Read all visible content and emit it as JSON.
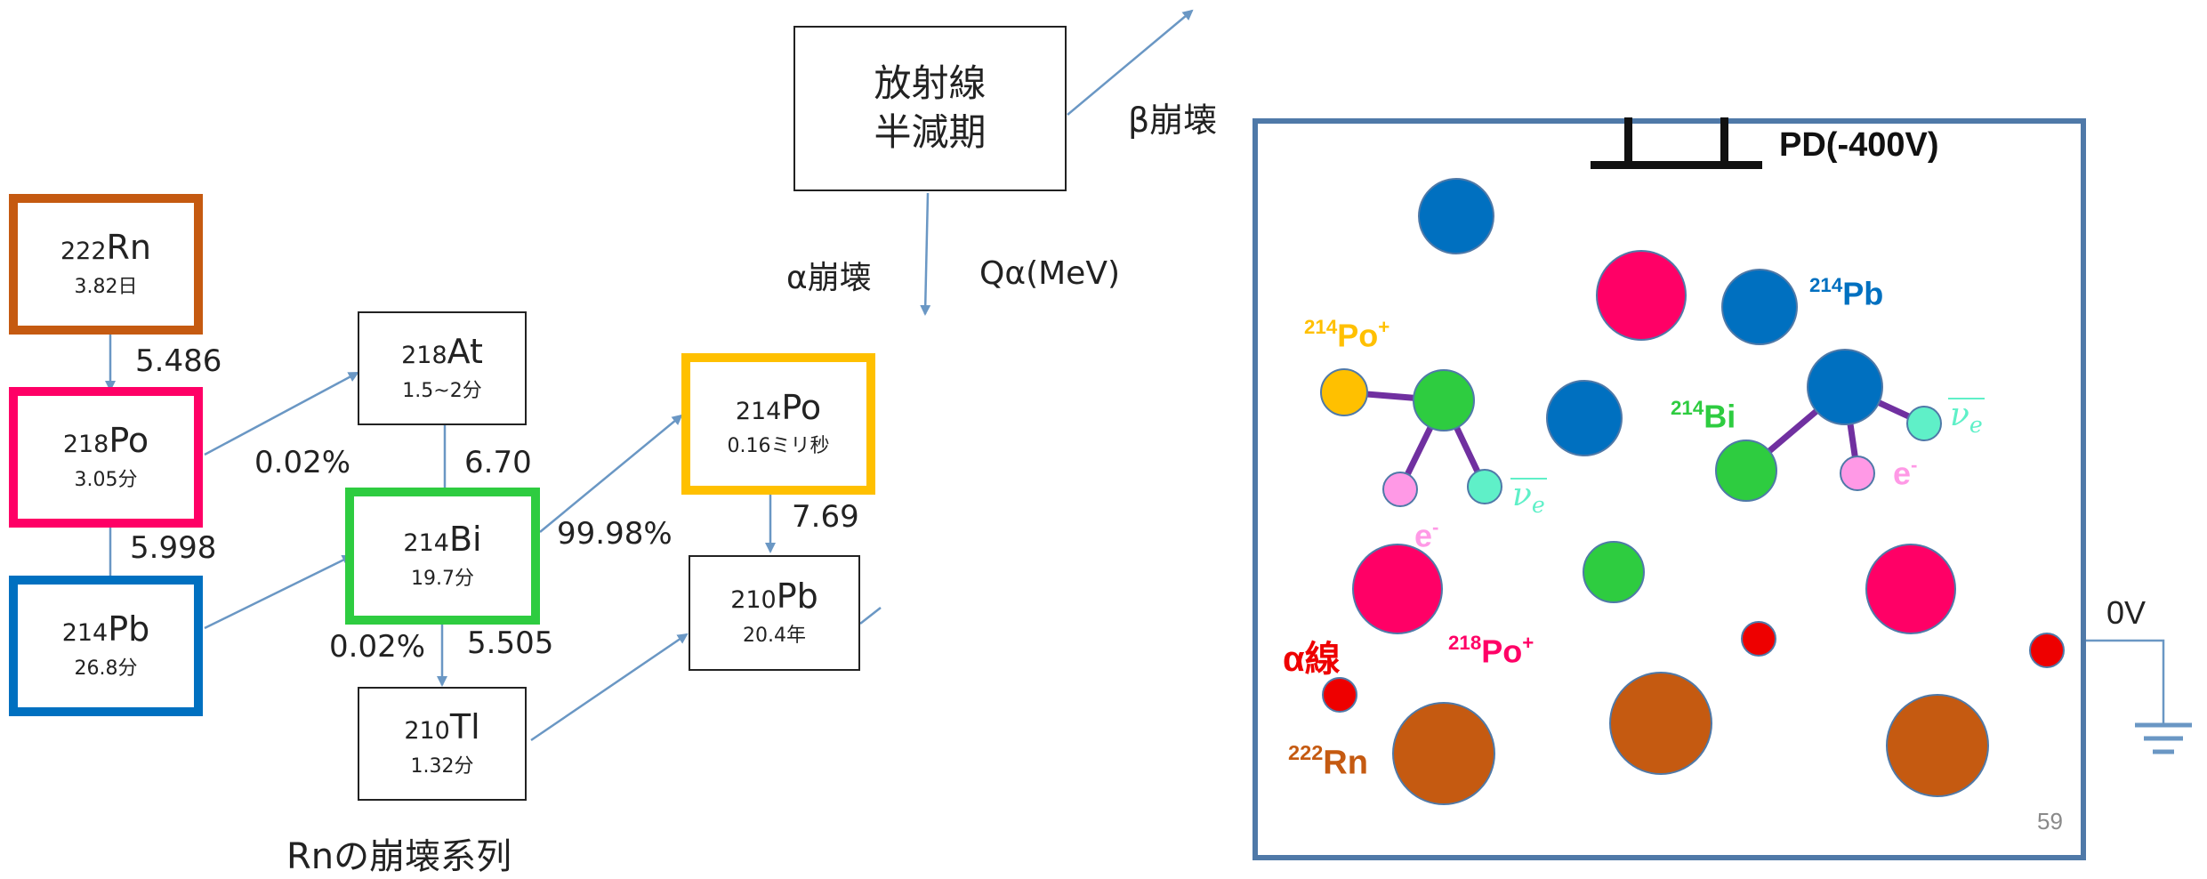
{
  "decay_chain": {
    "title": "Rnの崩壊系列",
    "nuclides": {
      "rn222": {
        "mass": "222",
        "symbol": "Rn",
        "half_life": "3.82日",
        "color": "#c55a11"
      },
      "po218": {
        "mass": "218",
        "symbol": "Po",
        "half_life": "3.05分",
        "color": "#ff0066"
      },
      "pb214": {
        "mass": "214",
        "symbol": "Pb",
        "half_life": "26.8分",
        "color": "#0070c0"
      },
      "at218": {
        "mass": "218",
        "symbol": "At",
        "half_life": "1.5~2分"
      },
      "bi214": {
        "mass": "214",
        "symbol": "Bi",
        "half_life": "19.7分",
        "color": "#2ecc40"
      },
      "tl210": {
        "mass": "210",
        "symbol": "Tl",
        "half_life": "1.32分"
      },
      "po214": {
        "mass": "214",
        "symbol": "Po",
        "half_life": "0.16ミリ秒",
        "color": "#ffc000"
      },
      "pb210": {
        "mass": "210",
        "symbol": "Pb",
        "half_life": "20.4年"
      }
    },
    "labels": {
      "q_rn222": "5.486",
      "q_po218": "5.998",
      "br_po218_at": "0.02%",
      "q_at218": "6.70",
      "br_bi_po": "99.98%",
      "q_po214": "7.69",
      "br_bi_tl": "0.02%",
      "q_bi214": "5.505"
    }
  },
  "legend": {
    "box_lines": [
      "放射線",
      "半減期"
    ],
    "beta": "β崩壊",
    "alpha": "α崩壊",
    "q_alpha": "Qα(MeV)"
  },
  "detector": {
    "pd_label": "PD(-400V)",
    "ground_label": "0V",
    "page_number": "59",
    "colors": {
      "frame": "#4f79a8",
      "rn": "#c55a11",
      "po218": "#ff0066",
      "pb214": "#0070c0",
      "bi214": "#2ecc40",
      "po214": "#ffc000",
      "electron": "#ff99e6",
      "neutrino": "#5ff0c8",
      "alpha": "#ee0000",
      "bond": "#7030a0"
    },
    "labels": {
      "po214_plus": {
        "mass": "214",
        "text": "Po",
        "charge": "+"
      },
      "pb214": {
        "mass": "214",
        "text": "Pb"
      },
      "bi214": {
        "mass": "214",
        "text": "Bi"
      },
      "electron_1": {
        "text": "e",
        "charge": "-"
      },
      "electron_2": {
        "text": "e",
        "charge": "-"
      },
      "po218_plus": {
        "mass": "218",
        "text": "Po",
        "charge": "+"
      },
      "alpha_ray": "α線",
      "rn222": {
        "mass": "222",
        "text": "Rn"
      },
      "neutrino_1": {
        "nu": "ν",
        "sub": "e"
      },
      "neutrino_2": {
        "nu": "ν",
        "sub": "e"
      }
    }
  }
}
